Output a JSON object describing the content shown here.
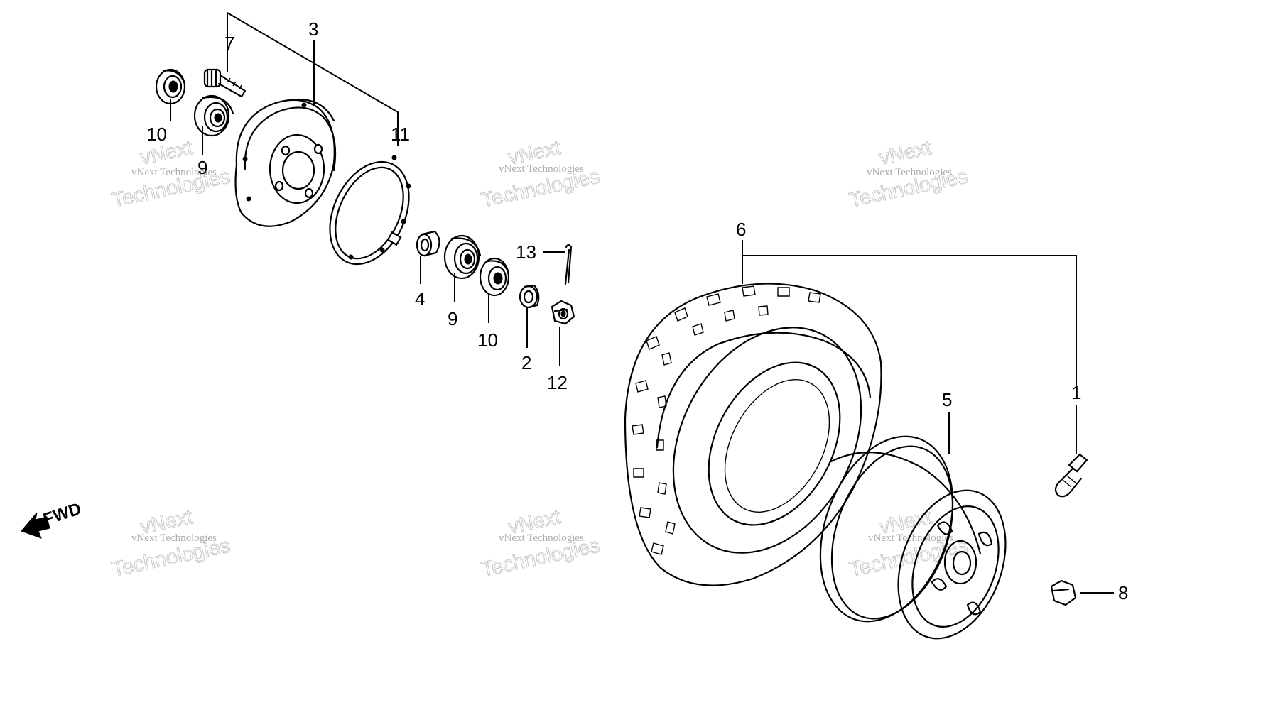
{
  "callouts": {
    "c1": "1",
    "c2": "2",
    "c3": "3",
    "c4": "4",
    "c5": "5",
    "c6": "6",
    "c7": "7",
    "c8": "8",
    "c9a": "9",
    "c9b": "9",
    "c10a": "10",
    "c10b": "10",
    "c11": "11",
    "c12": "12",
    "c13": "13"
  },
  "direction_label": "FWD",
  "watermark": {
    "line1": "vNext Technologies",
    "line2": "vNext",
    "line3": "Technologies"
  },
  "colors": {
    "ink": "#000000",
    "watermark": "#8a8a8a",
    "background": "#ffffff"
  }
}
